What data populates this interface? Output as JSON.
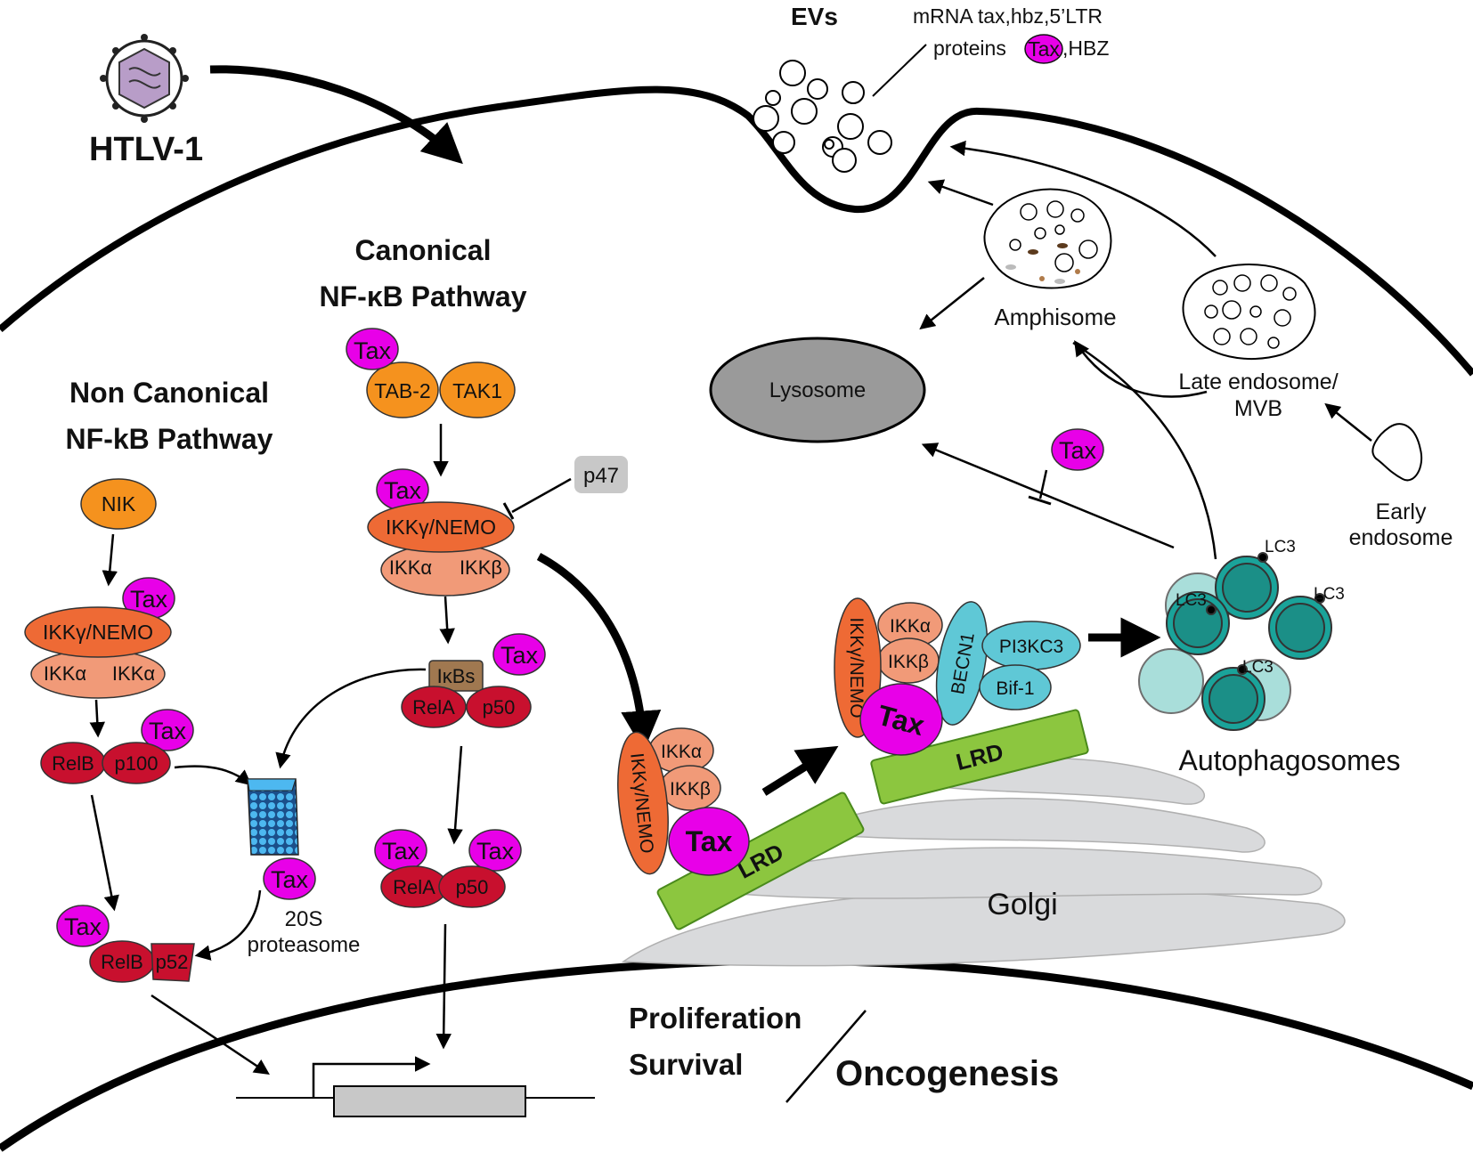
{
  "virus": {
    "label": "HTLV-1"
  },
  "ev": {
    "title": "EVs",
    "cargo_mrna": "mRNA tax,hbz,5’LTR",
    "cargo_proteins_prefix": "proteins",
    "cargo_tax": "Tax",
    "cargo_proteins_suffix": ",HBZ"
  },
  "canonical": {
    "title_line1": "Canonical",
    "title_line2": "NF-κB Pathway",
    "tax1": "Tax",
    "tab2": "TAB-2",
    "tak1": "TAK1",
    "tax2": "Tax",
    "p47": "p47",
    "nemo": "IKKγ/NEMO",
    "ikka": "IKKα",
    "ikkb": "IKKβ",
    "tax3": "Tax",
    "ikbs": "IκBs",
    "rela1": "RelA",
    "p50_1": "p50",
    "tax4": "Tax",
    "tax5": "Tax",
    "rela2": "RelA",
    "p50_2": "p50"
  },
  "noncanonical": {
    "title_line1": "Non Canonical",
    "title_line2": "NF-kB Pathway",
    "nik": "NIK",
    "tax1": "Tax",
    "nemo": "IKKγ/NEMO",
    "ikka1": "IKKα",
    "ikka2": "IKKα",
    "tax2": "Tax",
    "relb1": "RelB",
    "p100": "p100",
    "tax3": "Tax",
    "relb2": "RelB",
    "p52": "p52"
  },
  "proteasome": {
    "tax": "Tax",
    "label_line1": "20S",
    "label_line2": "proteasome"
  },
  "golgi_complex1": {
    "nemo": "IKKγ/NEMO",
    "ikka": "IKKα",
    "ikkb": "IKKβ",
    "tax": "Tax",
    "lrd": "LRD"
  },
  "golgi_complex2": {
    "nemo": "IKKγ/NEMO",
    "ikka": "IKKα",
    "ikkb": "IKKβ",
    "tax": "Tax",
    "becn1": "BECN1",
    "pi3kc3": "PI3KC3",
    "bif1": "Bif-1",
    "lrd": "LRD"
  },
  "golgi": {
    "label": "Golgi"
  },
  "vesicles": {
    "lysosome": "Lysosome",
    "amphisome": "Amphisome",
    "late_endosome_line1": "Late endosome/",
    "late_endosome_line2": "MVB",
    "early_endosome_line1": "Early",
    "early_endosome_line2": "endosome",
    "tax_inhibitor": "Tax",
    "autophagosomes": "Autophagosomes",
    "lc3": "LC3"
  },
  "outcome": {
    "proliferation": "Proliferation",
    "survival": "Survival",
    "oncogenesis": "Oncogenesis"
  },
  "colors": {
    "tax": "#e800e8",
    "orange": "#f5921e",
    "nemo": "#ee6a35",
    "ikk": "#f19a78",
    "red": "#c8102e",
    "brown": "#a07850",
    "teal": "#1aa39a",
    "cyan": "#5fc8d6",
    "green": "#8cc63f",
    "golgi": "#d9dadc",
    "lysosome": "#9a9a9a"
  }
}
